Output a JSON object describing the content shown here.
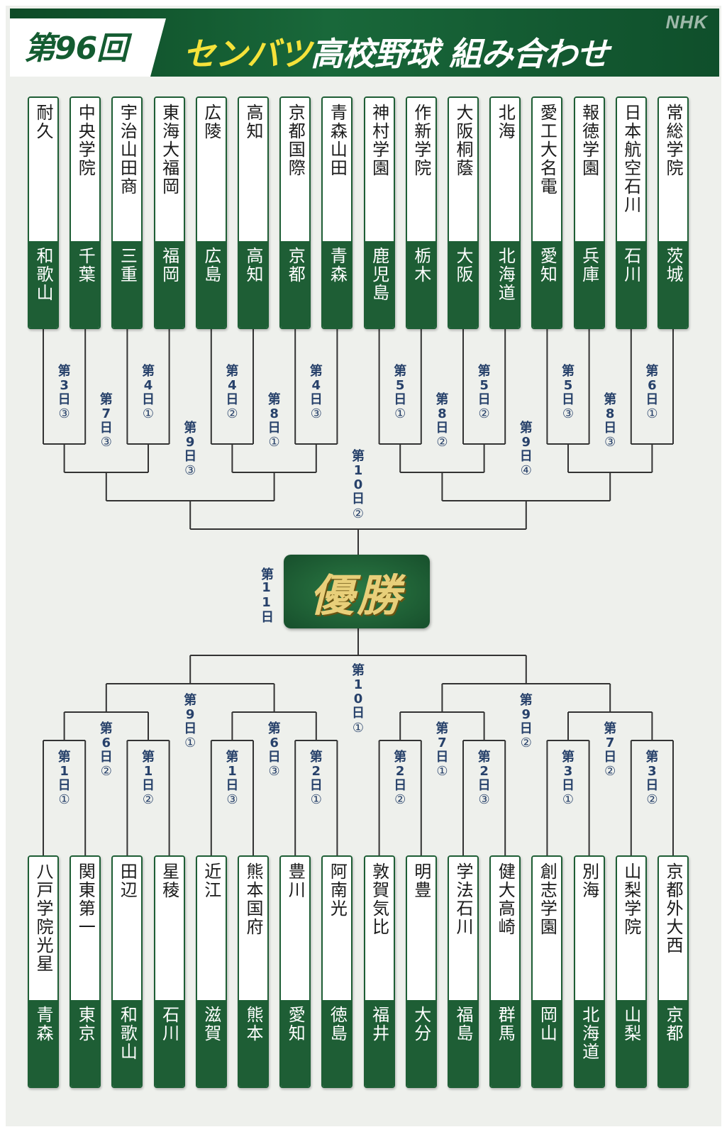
{
  "header": {
    "edition": "第96回",
    "title_highlight": "センバツ",
    "title_rest": "高校野球 組み合わせ",
    "broadcaster": "NHK"
  },
  "colors": {
    "green": "#1e5e35",
    "schedule_text": "#27416a",
    "gold": "#e8cf7a"
  },
  "champion": {
    "label": "優勝",
    "day": "第11日"
  },
  "top_teams": [
    {
      "school": "耐久",
      "pref": "和歌山"
    },
    {
      "school": "中央学院",
      "pref": "千葉"
    },
    {
      "school": "宇治山田商",
      "pref": "三重"
    },
    {
      "school": "東海大福岡",
      "pref": "福岡"
    },
    {
      "school": "広陵",
      "pref": "広島"
    },
    {
      "school": "高知",
      "pref": "高知"
    },
    {
      "school": "京都国際",
      "pref": "京都"
    },
    {
      "school": "青森山田",
      "pref": "青森"
    },
    {
      "school": "神村学園",
      "pref": "鹿児島"
    },
    {
      "school": "作新学院",
      "pref": "栃木"
    },
    {
      "school": "大阪桐蔭",
      "pref": "大阪"
    },
    {
      "school": "北海",
      "pref": "北海道"
    },
    {
      "school": "愛工大名電",
      "pref": "愛知"
    },
    {
      "school": "報徳学園",
      "pref": "兵庫"
    },
    {
      "school": "日本航空石川",
      "pref": "石川"
    },
    {
      "school": "常総学院",
      "pref": "茨城"
    }
  ],
  "bottom_teams": [
    {
      "school": "八戸学院光星",
      "pref": "青森"
    },
    {
      "school": "関東第一",
      "pref": "東京"
    },
    {
      "school": "田辺",
      "pref": "和歌山"
    },
    {
      "school": "星稜",
      "pref": "石川"
    },
    {
      "school": "近江",
      "pref": "滋賀"
    },
    {
      "school": "熊本国府",
      "pref": "熊本"
    },
    {
      "school": "豊川",
      "pref": "愛知"
    },
    {
      "school": "阿南光",
      "pref": "徳島"
    },
    {
      "school": "敦賀気比",
      "pref": "福井"
    },
    {
      "school": "明豊",
      "pref": "大分"
    },
    {
      "school": "学法石川",
      "pref": "福島"
    },
    {
      "school": "健大高崎",
      "pref": "群馬"
    },
    {
      "school": "創志学園",
      "pref": "岡山"
    },
    {
      "school": "別海",
      "pref": "北海道"
    },
    {
      "school": "山梨学院",
      "pref": "山梨"
    },
    {
      "school": "京都外大西",
      "pref": "京都"
    }
  ],
  "top_schedule": {
    "r1": [
      {
        "day": "第3日",
        "game": "③"
      },
      {
        "day": "第4日",
        "game": "①"
      },
      {
        "day": "第4日",
        "game": "②"
      },
      {
        "day": "第4日",
        "game": "③"
      },
      {
        "day": "第5日",
        "game": "①"
      },
      {
        "day": "第5日",
        "game": "②"
      },
      {
        "day": "第5日",
        "game": "③"
      },
      {
        "day": "第6日",
        "game": "①"
      }
    ],
    "r2": [
      {
        "day": "第7日",
        "game": "③"
      },
      {
        "day": "第8日",
        "game": "①"
      },
      {
        "day": "第8日",
        "game": "②"
      },
      {
        "day": "第8日",
        "game": "③"
      }
    ],
    "qf": [
      {
        "day": "第9日",
        "game": "③"
      },
      {
        "day": "第9日",
        "game": "④"
      }
    ],
    "sf": {
      "day": "第10日",
      "game": "②"
    }
  },
  "bottom_schedule": {
    "r1": [
      {
        "day": "第1日",
        "game": "①"
      },
      {
        "day": "第1日",
        "game": "②"
      },
      {
        "day": "第1日",
        "game": "③"
      },
      {
        "day": "第2日",
        "game": "①"
      },
      {
        "day": "第2日",
        "game": "②"
      },
      {
        "day": "第2日",
        "game": "③"
      },
      {
        "day": "第3日",
        "game": "①"
      },
      {
        "day": "第3日",
        "game": "②"
      }
    ],
    "r2": [
      {
        "day": "第6日",
        "game": "②"
      },
      {
        "day": "第6日",
        "game": "③"
      },
      {
        "day": "第7日",
        "game": "①"
      },
      {
        "day": "第7日",
        "game": "②"
      }
    ],
    "qf": [
      {
        "day": "第9日",
        "game": "①"
      },
      {
        "day": "第9日",
        "game": "②"
      }
    ],
    "sf": {
      "day": "第10日",
      "game": "①"
    }
  }
}
